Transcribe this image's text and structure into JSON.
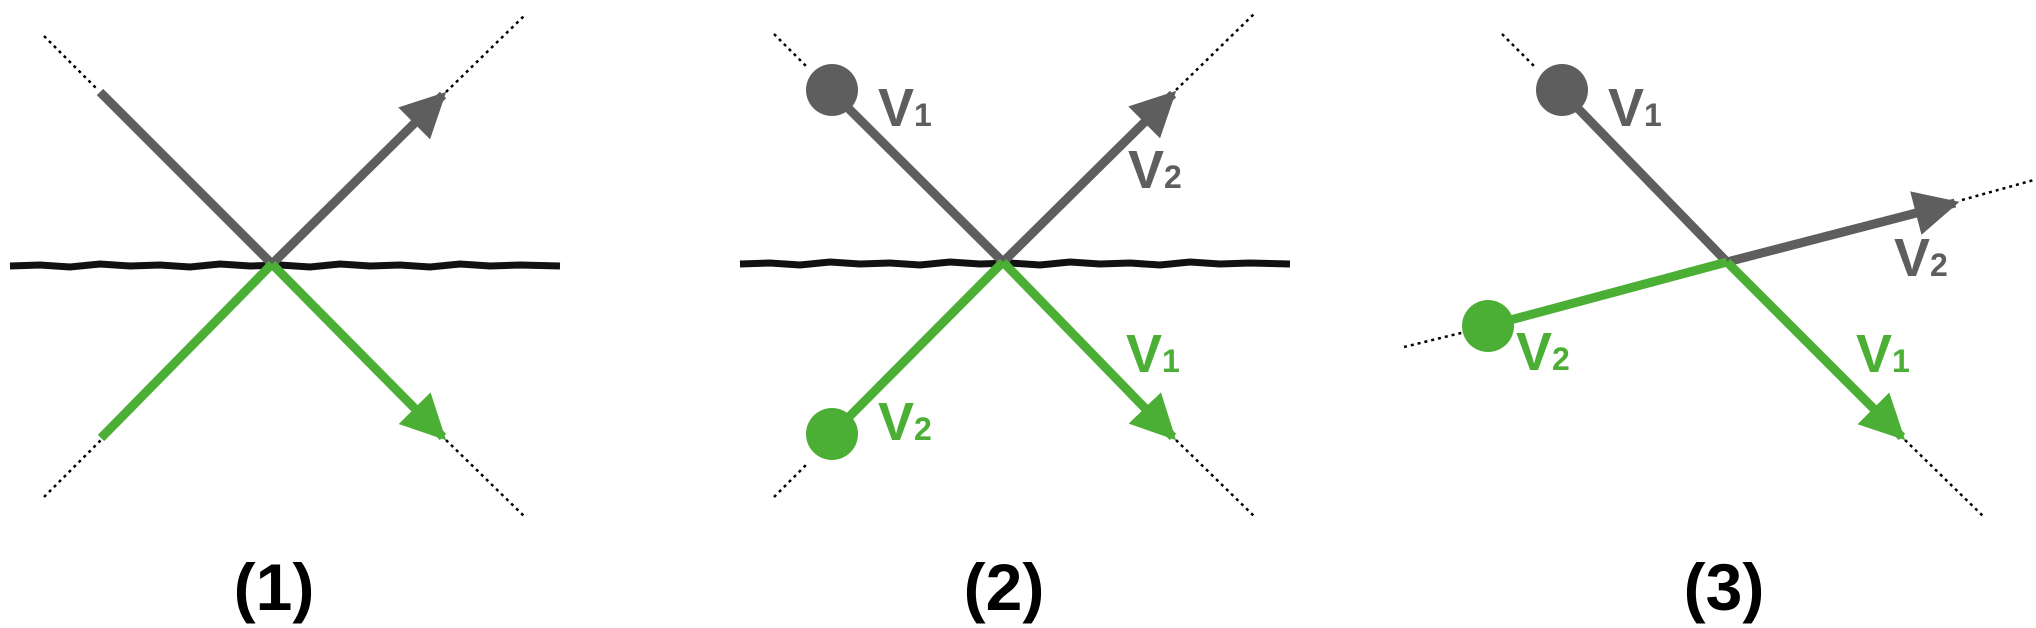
{
  "colors": {
    "gray": "#5e5e5e",
    "green": "#4caf35",
    "mirror": "#111111",
    "caption": "#000000"
  },
  "panels": [
    {
      "caption": "(1)",
      "labels": []
    },
    {
      "caption": "(2)",
      "labels": [
        {
          "letter": "V",
          "sub": "1",
          "color": "gray"
        },
        {
          "letter": "V",
          "sub": "2",
          "color": "gray"
        },
        {
          "letter": "V",
          "sub": "1",
          "color": "green"
        },
        {
          "letter": "V",
          "sub": "2",
          "color": "green"
        }
      ]
    },
    {
      "caption": "(3)",
      "labels": [
        {
          "letter": "V",
          "sub": "1",
          "color": "gray"
        },
        {
          "letter": "V",
          "sub": "2",
          "color": "gray"
        },
        {
          "letter": "V",
          "sub": "1",
          "color": "green"
        },
        {
          "letter": "V",
          "sub": "2",
          "color": "green"
        }
      ]
    }
  ]
}
